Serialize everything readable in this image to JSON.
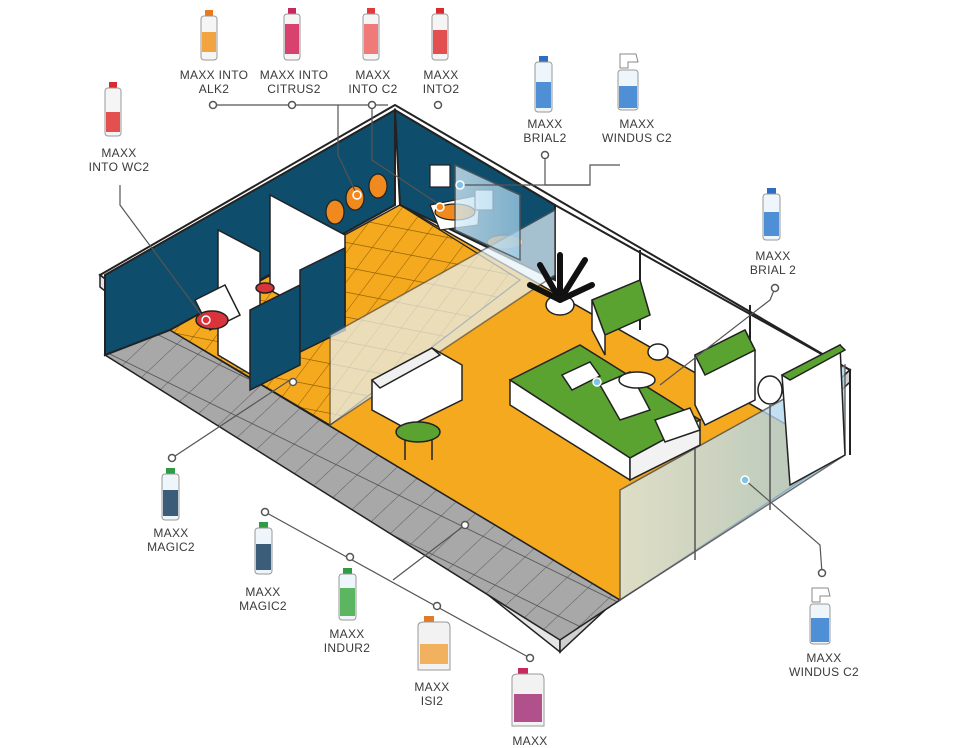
{
  "labels": {
    "into_alk2": {
      "line1": "MAXX INTO",
      "line2": "ALK2"
    },
    "into_citrus2": {
      "line1": "MAXX INTO",
      "line2": "CITRUS2"
    },
    "into_c2": {
      "line1": "MAXX",
      "line2": "INTO C2"
    },
    "into2": {
      "line1": "MAXX",
      "line2": "INTO2"
    },
    "into_wc2": {
      "line1": "MAXX",
      "line2": "INTO WC2"
    },
    "brial2_top": {
      "line1": "MAXX",
      "line2": "BRIAL2"
    },
    "windus_c2_top": {
      "line1": "MAXX",
      "line2": "WINDUS C2"
    },
    "brial_2_right": {
      "line1": "MAXX",
      "line2": "BRIAL 2"
    },
    "magic2_left": {
      "line1": "MAXX",
      "line2": "MAGIC2"
    },
    "magic2_mid": {
      "line1": "MAXX",
      "line2": "MAGIC2"
    },
    "indur2": {
      "line1": "MAXX",
      "line2": "INDUR2"
    },
    "isi2": {
      "line1": "MAXX",
      "line2": "ISI2"
    },
    "bottom_cut": {
      "line1": "MAXX",
      "line2": ""
    },
    "windus_c2_bottom": {
      "line1": "MAXX",
      "line2": "WINDUS C2"
    }
  },
  "colors": {
    "floor_yellow": "#F5A91E",
    "wall_blue": "#0E4D6B",
    "tile_grey": "#A8A8A8",
    "counter_green": "#5AA331",
    "glass": "#A9D6EE",
    "label": "#3A3A3A"
  }
}
